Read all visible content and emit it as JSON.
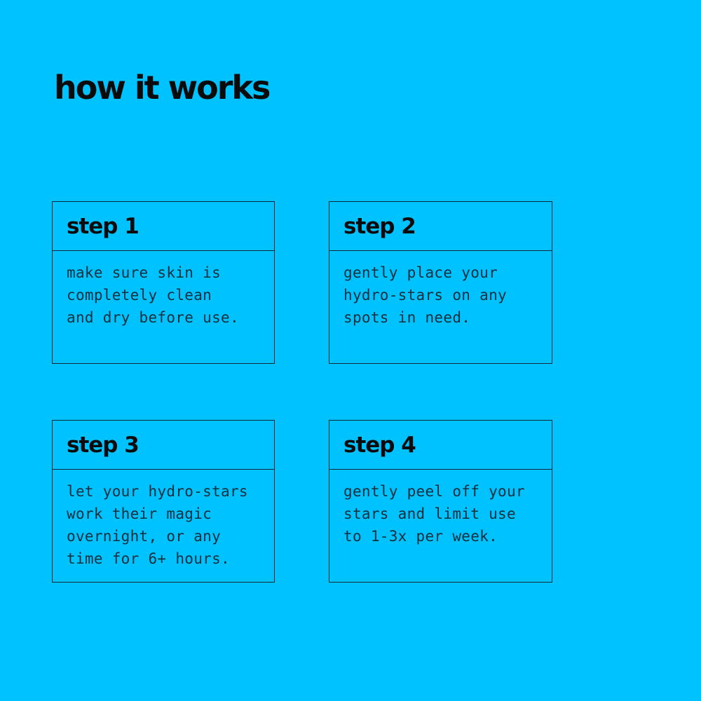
{
  "page": {
    "title": "how it works"
  },
  "colors": {
    "background": "#00c2ff",
    "text_heading": "#0b0b0b",
    "text_body": "#132e3c",
    "line": "#10293a"
  },
  "steps": [
    {
      "title": "step 1",
      "description": "make sure skin is\ncompletely clean\nand dry before use."
    },
    {
      "title": "step 2",
      "description": "gently place your\nhydro-stars on any\nspots in need."
    },
    {
      "title": "step 3",
      "description": "let your hydro-stars\nwork their magic\novernight, or any\ntime for 6+ hours."
    },
    {
      "title": "step 4",
      "description": "gently peel off your\nstars and limit use\nto 1-3x per week."
    }
  ]
}
